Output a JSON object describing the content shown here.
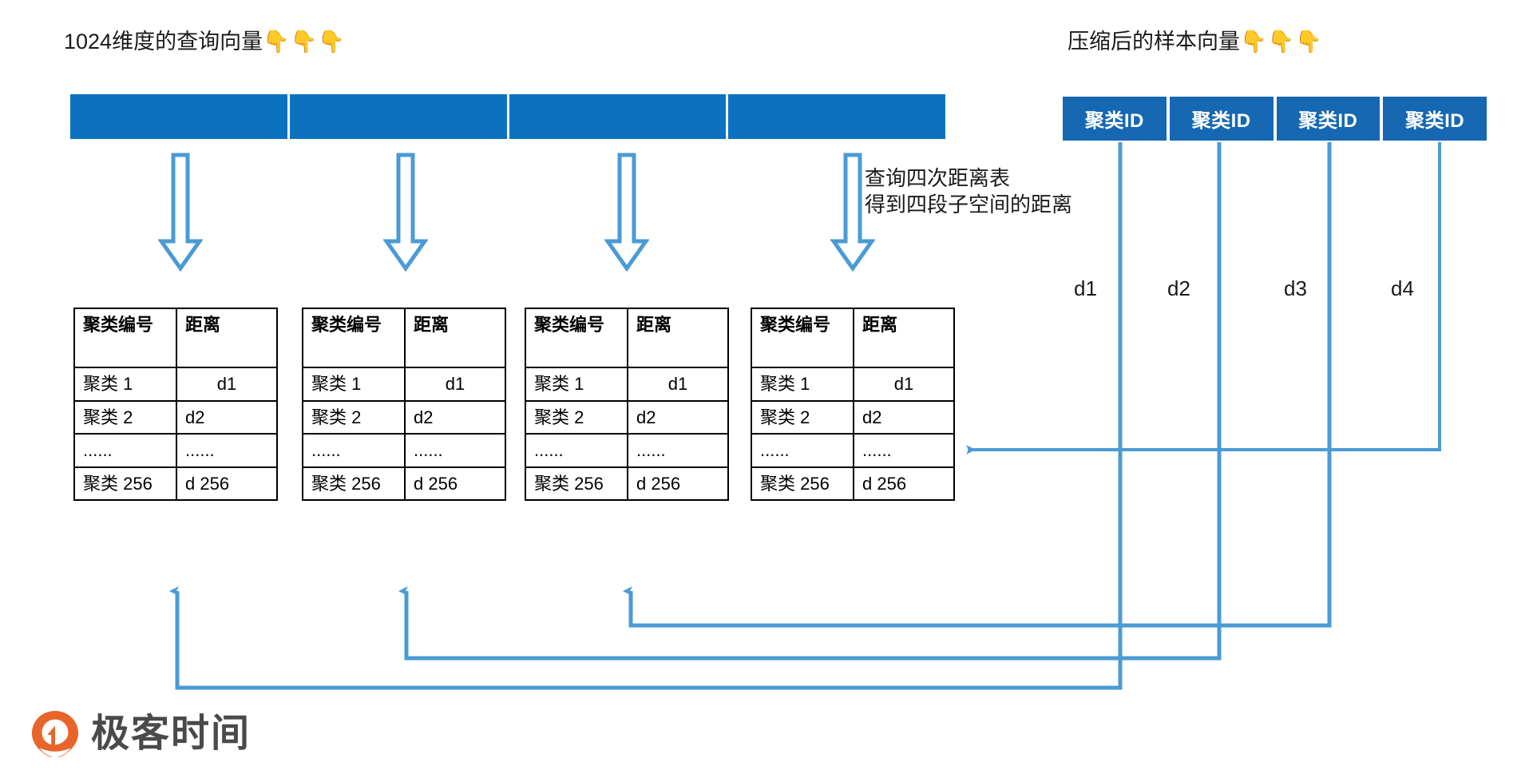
{
  "colors": {
    "bar_blue": "#0c72bf",
    "cluster_box_blue": "#1668b3",
    "connector_blue": "#4a9bd5",
    "arrow_outline": "#4a9bd5",
    "logo_orange": "#e8652a",
    "logo_text_gray": "#4a4a4a",
    "text_black": "#1a1a1a",
    "table_border": "#000000"
  },
  "captions": {
    "query_vector": "1024维度的查询向量",
    "query_vector_emoji": "👇👇👇",
    "sample_vector": "压缩后的样本向量",
    "sample_vector_emoji": "👇👇👇"
  },
  "query_vector_bar": {
    "segments": [
      "",
      "",
      "",
      ""
    ]
  },
  "sample_vector_bar": {
    "boxes": [
      {
        "label": "聚类ID"
      },
      {
        "label": "聚类ID"
      },
      {
        "label": "聚类ID"
      },
      {
        "label": "聚类ID"
      }
    ]
  },
  "annotation": {
    "line1": "查询四次距离表",
    "line2": "得到四段子空间的距离"
  },
  "distance_labels": [
    {
      "text": "d1"
    },
    {
      "text": "d2"
    },
    {
      "text": "d3"
    },
    {
      "text": "d4"
    }
  ],
  "distance_tables": {
    "headers": [
      "聚类编号",
      "距离"
    ],
    "rows": [
      [
        "聚类 1",
        "d1"
      ],
      [
        "聚类 2",
        "d2"
      ],
      [
        "......",
        "......"
      ],
      [
        "聚类 256",
        "d 256"
      ]
    ],
    "tables": [
      {
        "id": "subspace-1"
      },
      {
        "id": "subspace-2"
      },
      {
        "id": "subspace-3"
      },
      {
        "id": "subspace-4"
      }
    ]
  },
  "footer": {
    "logo_text": "极客时间"
  }
}
